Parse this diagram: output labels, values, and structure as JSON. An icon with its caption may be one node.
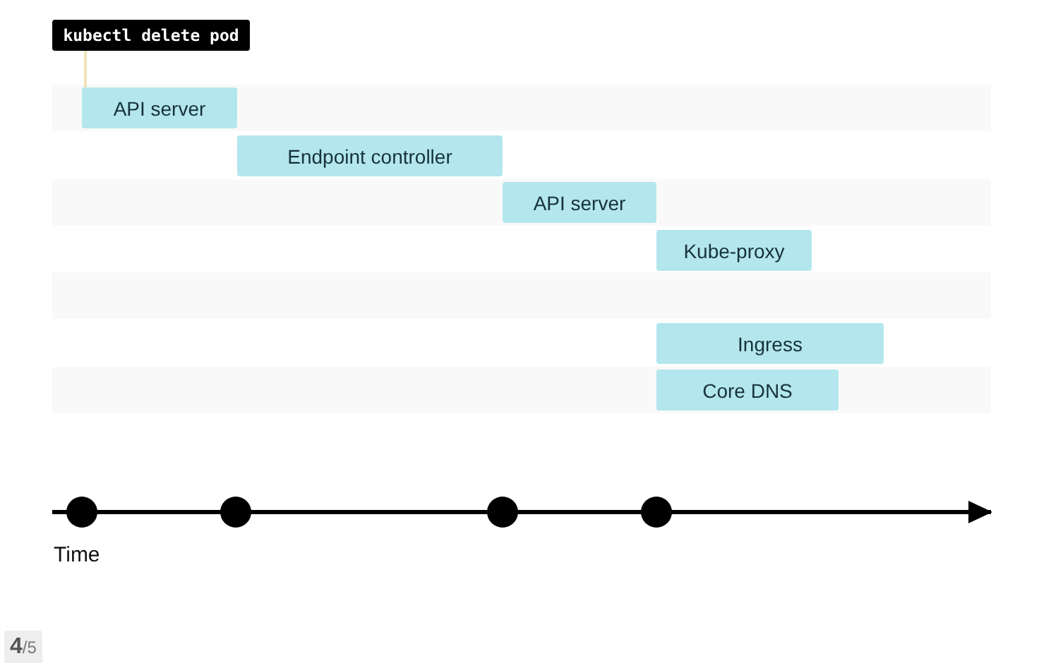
{
  "diagram": {
    "nodes": [
      {
        "text": [
          "kubectl delete pod"
        ]
      },
      {
        "text": [
          "API server"
        ]
      },
      {
        "text": [
          "Endpoint controller"
        ]
      },
      {
        "text": [
          "API server"
        ]
      },
      {
        "text": [
          "Kube-proxy"
        ]
      },
      {
        "text": [
          "Ingress"
        ]
      },
      {
        "text": [
          "Core DNS"
        ]
      }
    ],
    "edges": [
      {
        "from": 0,
        "to": 1,
        "arrow": "none",
        "color": "#efe3b6"
      }
    ],
    "labels": [
      "Time",
      "**4**/5"
    ]
  }
}
